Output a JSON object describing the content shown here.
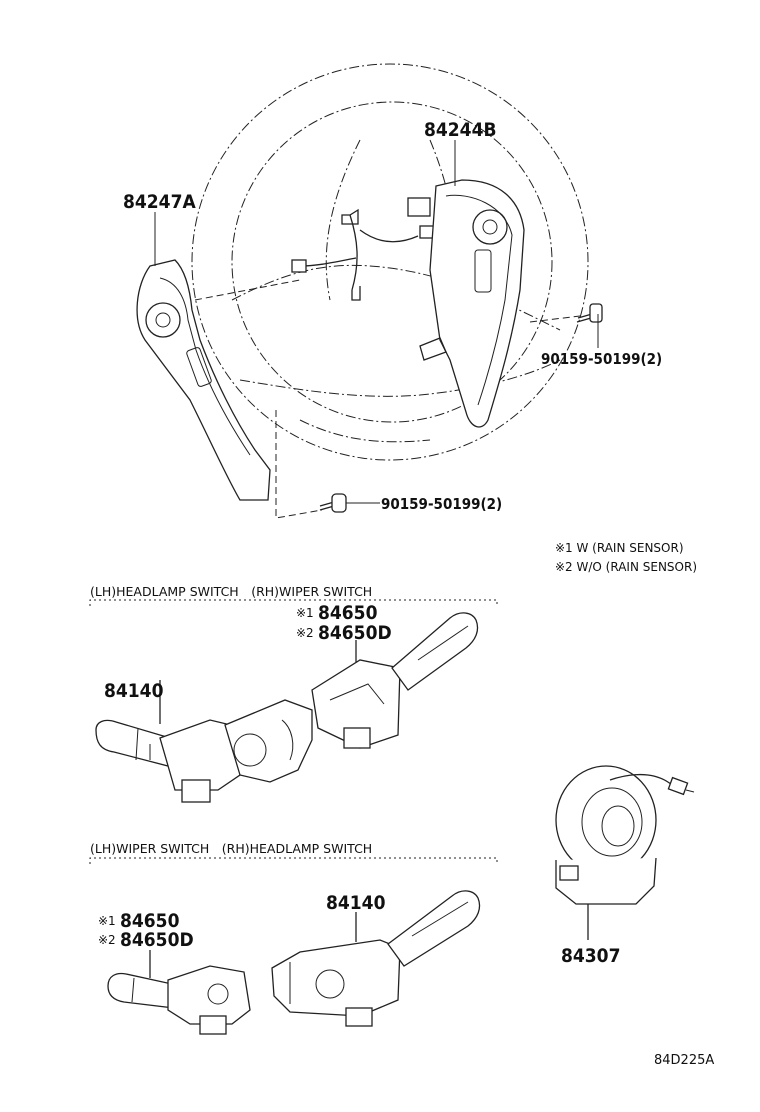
{
  "parts": {
    "steering_switch_right": "84244B",
    "steering_switch_left": "84247A",
    "bolt_right": "90159-50199(2)",
    "bolt_lower": "90159-50199(2)",
    "headlamp_switch_top": "84140",
    "wiper_switch_top_1": "84650",
    "wiper_switch_top_2": "84650D",
    "headlamp_switch_bottom": "84140",
    "wiper_switch_bottom_1": "84650",
    "wiper_switch_bottom_2": "84650D",
    "spiral_cable": "84307"
  },
  "markers": {
    "m1_top": "※1",
    "m2_top": "※2",
    "m1_bottom": "※1",
    "m2_bottom": "※2"
  },
  "notes": {
    "note1": "※1 W (RAIN SENSOR)",
    "note2": "※2 W/O (RAIN SENSOR)"
  },
  "groups": {
    "top_header": "(LH)HEADLAMP SWITCH　(RH)WIPER SWITCH",
    "bottom_header": "(LH)WIPER SWITCH　(RH)HEADLAMP SWITCH"
  },
  "diagram_code": "84D225A"
}
